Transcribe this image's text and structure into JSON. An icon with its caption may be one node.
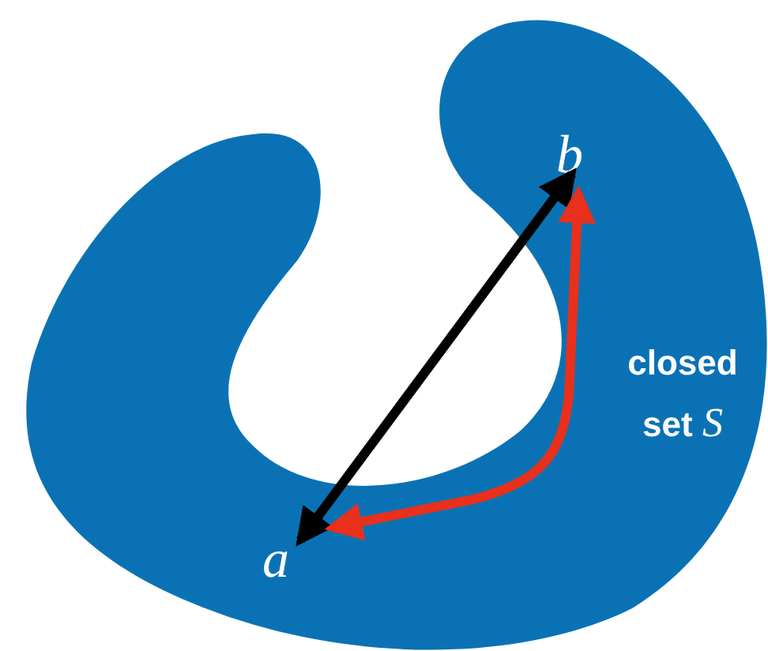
{
  "diagram": {
    "nodes": [
      {
        "text": [
          "closed set *S*"
        ]
      },
      {
        "text": [
          "b"
        ],
        "in": 0
      },
      {
        "text": [
          "a"
        ],
        "in": 0
      }
    ],
    "edges": [
      {
        "from": 2,
        "to": 1,
        "arrow": "both"
      },
      {
        "from": 1,
        "to": 2,
        "arrow": "both",
        "color": "#e8301c"
      }
    ]
  }
}
